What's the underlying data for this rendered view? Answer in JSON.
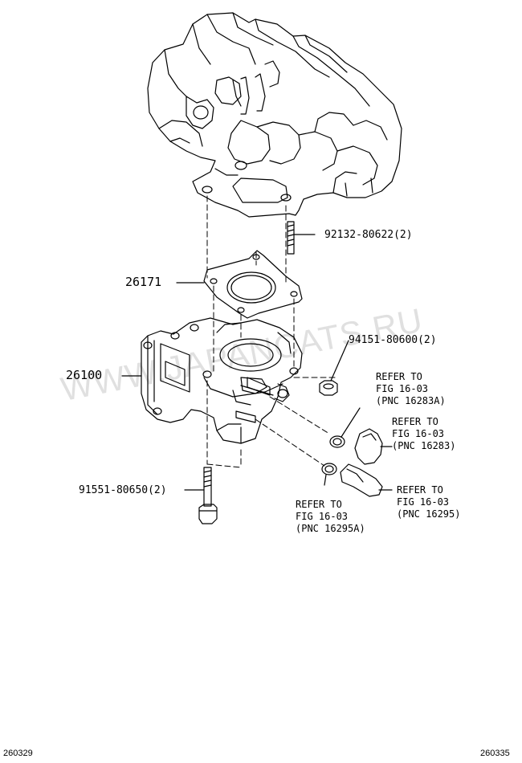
{
  "watermark": "WWW.JAPANCATS.RU",
  "parts": [
    {
      "id": "stud",
      "label": "92132-80622(2)"
    },
    {
      "id": "gasket",
      "label": "26171"
    },
    {
      "id": "nut",
      "label": "94151-80600(2)"
    },
    {
      "id": "throttle",
      "label": "26100"
    },
    {
      "id": "bolt",
      "label": "91551-80650(2)"
    }
  ],
  "references": [
    {
      "line1": "REFER TO",
      "line2": "FIG 16-03",
      "line3": "(PNC 16283A)"
    },
    {
      "line1": "REFER TO",
      "line2": "FIG 16-03",
      "line3": "(PNC 16283)"
    },
    {
      "line1": "REFER TO",
      "line2": "FIG 16-03",
      "line3": "(PNC 16295)"
    },
    {
      "line1": "REFER TO",
      "line2": "FIG 16-03",
      "line3": "(PNC 16295A)"
    }
  ],
  "footer": {
    "left": "260329",
    "right": "260335"
  }
}
